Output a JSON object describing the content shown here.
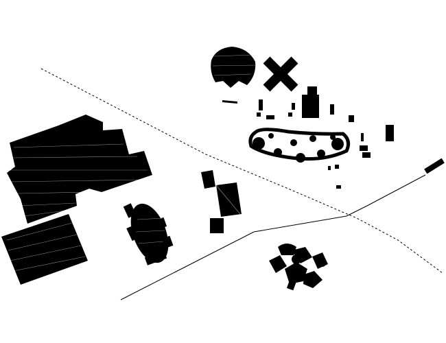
{
  "map": {
    "background": "#ffffff",
    "ink": "#000000",
    "features": [
      {
        "id": "rect-building-west-large",
        "kind": "building"
      },
      {
        "id": "rect-building-southwest",
        "kind": "building"
      },
      {
        "id": "oval-pavilion",
        "kind": "structure"
      },
      {
        "id": "split-square-building",
        "kind": "building"
      },
      {
        "id": "round-tree-canopy",
        "kind": "vegetation"
      },
      {
        "id": "x-sculpture",
        "kind": "structure"
      },
      {
        "id": "ring-colonnade",
        "kind": "structure"
      },
      {
        "id": "cluster-rocks",
        "kind": "vegetation"
      },
      {
        "id": "small-block-east",
        "kind": "building"
      }
    ],
    "lines": [
      {
        "id": "footpath-line",
        "style": "solid"
      },
      {
        "id": "boundary-line",
        "style": "dashed"
      }
    ]
  }
}
